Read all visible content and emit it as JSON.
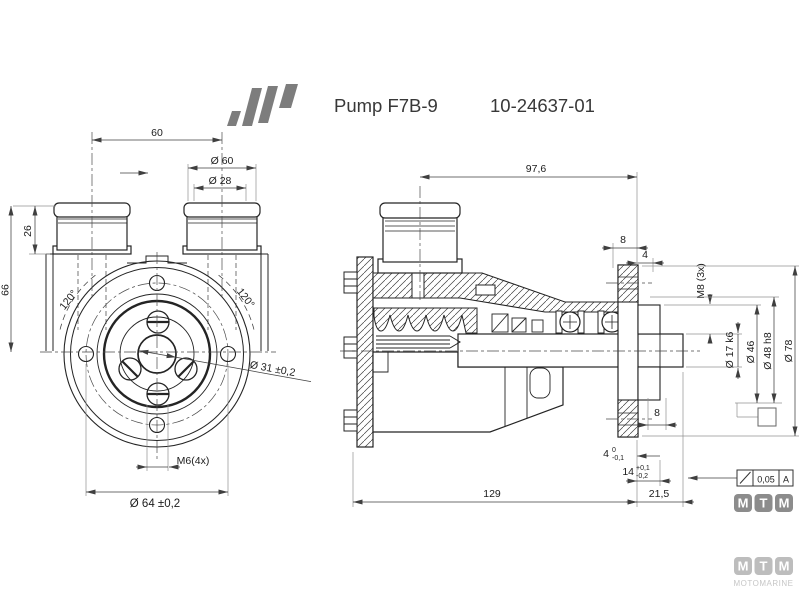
{
  "drawing": {
    "title": "Pump F7B-9",
    "part_number": "10-24637-01"
  },
  "front_view": {
    "dim_hose_spacing": "60",
    "dim_hose_od": "Ø 60",
    "dim_hose_id": "Ø 28",
    "dim_hose_height": "26",
    "dim_height_to_center": "66",
    "angle_left": "120°",
    "angle_right": "120°",
    "dim_center_bore": "Ø 31 ±0,2",
    "thread_cover_screws": "M6(4x)",
    "dim_bolt_circle": "Ø 64 ±0,2"
  },
  "side_view": {
    "dim_hose_to_face": "97,6",
    "dim_flange_offset": "8",
    "dim_flange_step": "4",
    "thread_mounting_holes": "M8 (3x)",
    "dim_shaft": "Ø 17 k6",
    "dim_pilot_bore": "Ø 46",
    "dim_spigot": "Ø 48 h8",
    "dim_flange_od": "Ø 78",
    "dim_hub_width": "8",
    "dim_step": {
      "value": "4",
      "tol_upper": "0",
      "tol_lower": "-0,1"
    },
    "dim_recess": {
      "value": "14",
      "tol_upper": "+0,1",
      "tol_lower": "-0,2"
    },
    "dim_shaft_extension": "21,5",
    "dim_overall_length": "129",
    "runout_frame": {
      "value": "0,05",
      "datum": "A"
    }
  },
  "branding": {
    "logo_top": {
      "letters": [
        "M",
        "T",
        "M"
      ]
    },
    "logo_bottom": {
      "letters": [
        "M",
        "T",
        "M"
      ],
      "caption": "MOTOMARINE"
    }
  },
  "colors": {
    "line": "#242424",
    "maker_logo_gray": "#7d7d7d",
    "mtm_dark": "#8c8c8c",
    "mtm_light": "#bdbdbd"
  }
}
